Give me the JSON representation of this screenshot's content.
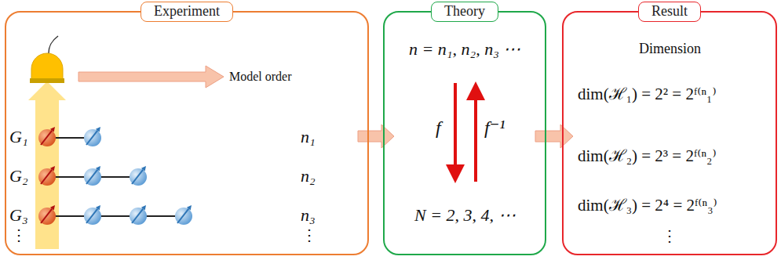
{
  "diagram": {
    "nodes": [
      {
        "text": [
          "Experiment"
        ]
      },
      {
        "text": [
          "Theory"
        ]
      },
      {
        "text": [
          "Result"
        ]
      }
    ],
    "edges": [
      {
        "from": 0,
        "to": 1,
        "arrow": "to"
      },
      {
        "from": 1,
        "to": 2,
        "arrow": "to"
      }
    ],
    "labels": [
      "Model order",
      "G₁",
      "G₂",
      "G₃",
      "n₁",
      "n₂",
      "n₃",
      "⋮",
      "⋮",
      "n = n₁, n₂, n₃ ⋯",
      "f",
      "f⁻¹",
      "N = 2, 3, 4, ⋯",
      "Dimension",
      "dim(ℋ₁) = 2² = 2ᶠ⁽ⁿ₁⁾",
      "dim(ℋ₂) = 2³ = 2ᶠ⁽ⁿ₂⁾",
      "dim(ℋ₃) = 2⁴ = 2ᶠ⁽ⁿ₃⁾",
      "⋮"
    ]
  }
}
